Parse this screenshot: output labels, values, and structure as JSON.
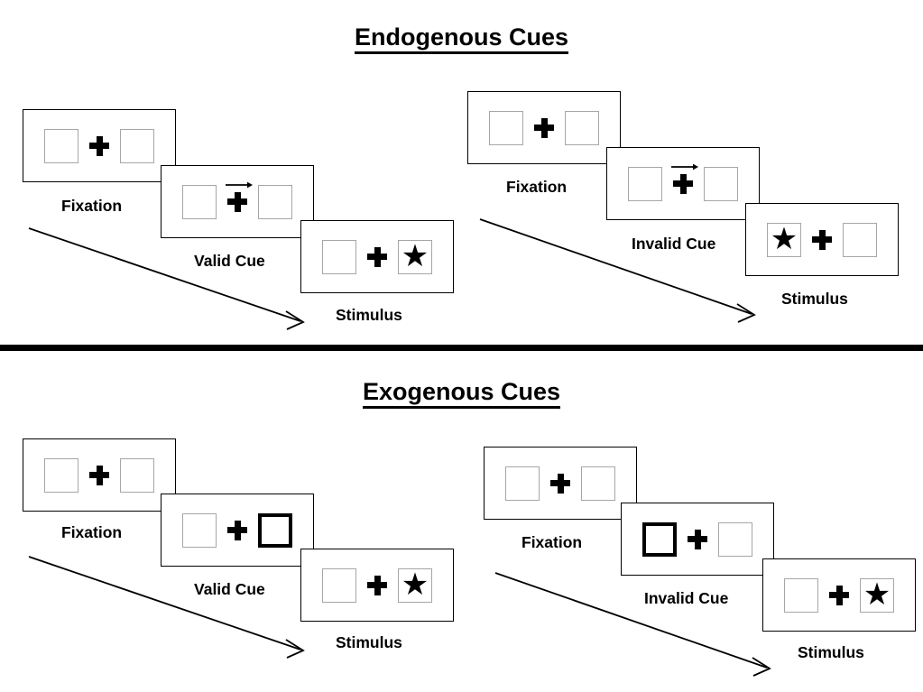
{
  "figure": {
    "title_endogenous": "Endogenous Cues",
    "title_exogenous": "Exogenous Cues"
  },
  "labels": {
    "fixation": "Fixation",
    "valid_cue": "Valid Cue",
    "invalid_cue": "Invalid Cue",
    "stimulus": "Stimulus"
  },
  "glyphs": {
    "star": "★"
  },
  "colors": {
    "ink": "#000000",
    "box_border": "#a6a6a6",
    "panel_border": "#000000",
    "background": "#ffffff"
  },
  "sections": [
    {
      "name": "endogenous",
      "title": "Endogenous Cues",
      "cue_type": "central-arrow",
      "sequences": [
        {
          "name": "valid",
          "frames": [
            {
              "label": "Fixation",
              "cue": "none",
              "arrow": "none",
              "target": "none"
            },
            {
              "label": "Valid Cue",
              "cue": "arrow-right",
              "arrow": "right",
              "target": "none"
            },
            {
              "label": "Stimulus",
              "cue": "none",
              "arrow": "none",
              "target": "right"
            }
          ]
        },
        {
          "name": "invalid",
          "frames": [
            {
              "label": "Fixation",
              "cue": "none",
              "arrow": "none",
              "target": "none"
            },
            {
              "label": "Invalid Cue",
              "cue": "arrow-right",
              "arrow": "right",
              "target": "none"
            },
            {
              "label": "Stimulus",
              "cue": "none",
              "arrow": "none",
              "target": "left"
            }
          ]
        }
      ]
    },
    {
      "name": "exogenous",
      "title": "Exogenous Cues",
      "cue_type": "peripheral-box-flash",
      "sequences": [
        {
          "name": "valid",
          "frames": [
            {
              "label": "Fixation",
              "cue": "none",
              "arrow": "none",
              "target": "none"
            },
            {
              "label": "Valid Cue",
              "cue": "box-right",
              "arrow": "none",
              "target": "none"
            },
            {
              "label": "Stimulus",
              "cue": "none",
              "arrow": "none",
              "target": "right"
            }
          ]
        },
        {
          "name": "invalid",
          "frames": [
            {
              "label": "Fixation",
              "cue": "none",
              "arrow": "none",
              "target": "none"
            },
            {
              "label": "Invalid Cue",
              "cue": "box-left",
              "arrow": "none",
              "target": "none"
            },
            {
              "label": "Stimulus",
              "cue": "none",
              "arrow": "none",
              "target": "right"
            }
          ]
        }
      ]
    }
  ]
}
